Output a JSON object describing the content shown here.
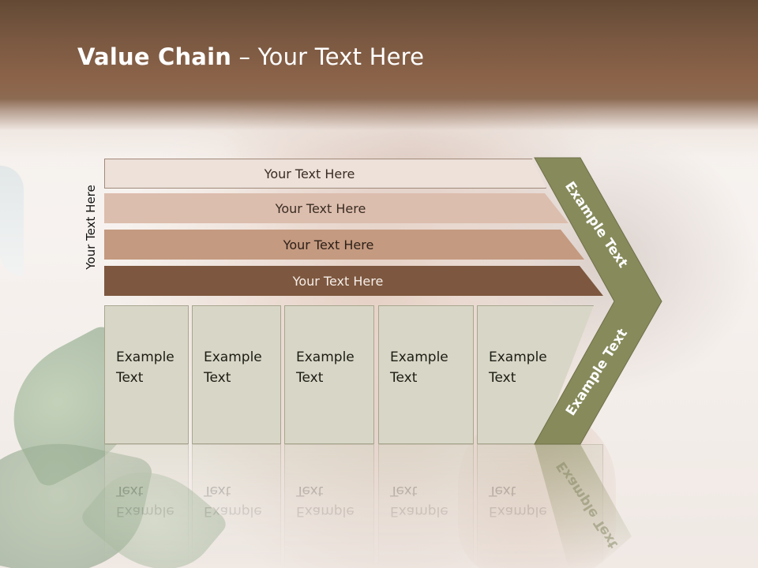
{
  "slide": {
    "title_bold": "Value Chain",
    "title_rest": " – Your Text Here",
    "side_label": "Your Text Here",
    "support_bars": [
      {
        "label": "Your Text Here"
      },
      {
        "label": "Your Text Here"
      },
      {
        "label": "Your Text Here"
      },
      {
        "label": "Your Text Here"
      }
    ],
    "primary_boxes": [
      {
        "line1": "Example",
        "line2": "Text"
      },
      {
        "line1": "Example",
        "line2": "Text"
      },
      {
        "line1": "Example",
        "line2": "Text"
      },
      {
        "line1": "Example",
        "line2": "Text"
      },
      {
        "line1": "Example",
        "line2": "Text"
      }
    ],
    "margin": {
      "top_label": "Example Text",
      "bottom_label": "Example Text"
    }
  },
  "colors": {
    "header": "#8b6349",
    "bar_1": "#ede1da",
    "bar_2": "#dcbeae",
    "bar_3": "#c49a80",
    "bar_4": "#7d573f",
    "box": "#d8d6c6",
    "margin_chevron": "#878a5b"
  }
}
